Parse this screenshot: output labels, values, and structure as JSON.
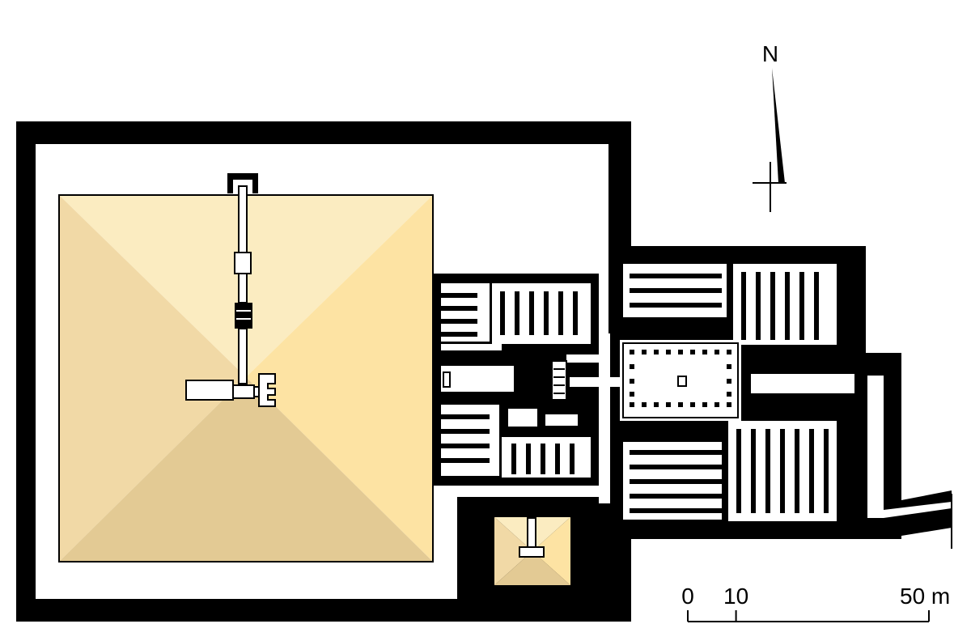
{
  "compass": {
    "label": "N"
  },
  "scale_bar": {
    "ticks": [
      {
        "label": "0",
        "value": 0
      },
      {
        "label": "10",
        "value": 10
      },
      {
        "label": "50 m",
        "value": 50
      }
    ]
  },
  "colors": {
    "wall": "#000000",
    "ground": "#ffffff",
    "pyramid_face_light": "#fbecc1",
    "pyramid_face_bright": "#fde3a3",
    "pyramid_face_mid": "#f1d9a6",
    "pyramid_face_dark": "#e3ca94"
  }
}
